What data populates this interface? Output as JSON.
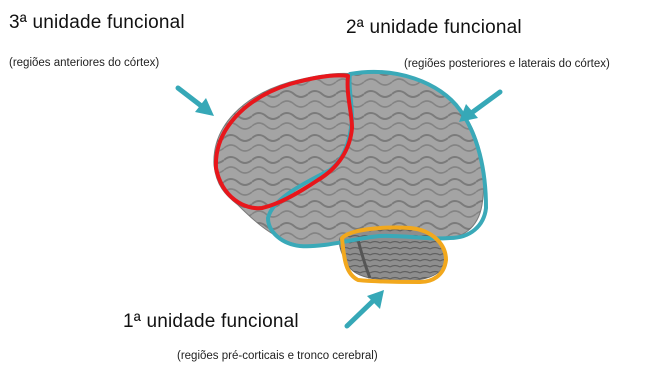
{
  "labels": {
    "unit3": {
      "title": "3ª  unidade funcional",
      "subtitle": "(regiões anteriores do córtex)"
    },
    "unit2": {
      "title": "2ª unidade funcional",
      "subtitle": "(regiões posteriores e laterais do córtex)"
    },
    "unit1": {
      "title": "1ª unidade funcional",
      "subtitle": "(regiões pré-corticais e tronco cerebral)"
    }
  },
  "colors": {
    "unit3_outline": "#e8161b",
    "unit2_outline": "#3aa9b8",
    "unit1_outline": "#f2a81d",
    "arrow": "#36a8b7",
    "brain": "#9a9a9a"
  }
}
